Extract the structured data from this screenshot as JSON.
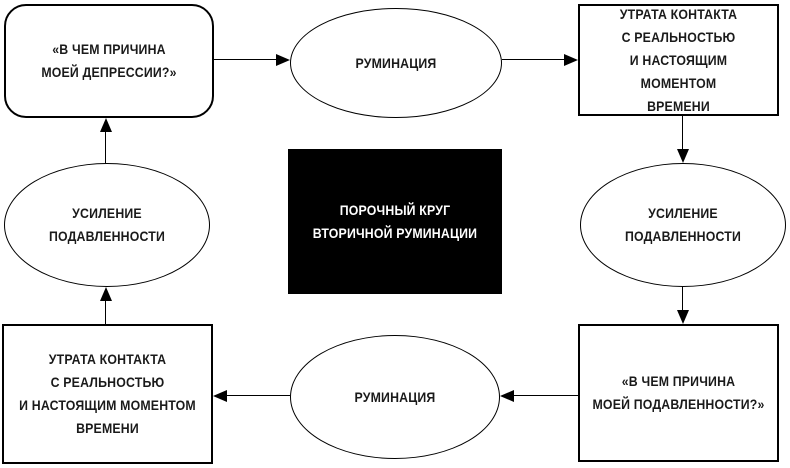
{
  "diagram": {
    "center": {
      "label": "ПОРОЧНЫЙ КРУГ\nВТОРИЧНОЙ РУМИНАЦИИ"
    },
    "nodes": {
      "depression_question": {
        "label": "«В ЧЕМ ПРИЧИНА\nМОЕЙ ДЕПРЕССИИ?»"
      },
      "rumination_top": {
        "label": "РУМИНАЦИЯ"
      },
      "loss_of_contact_top": {
        "label": "УТРАТА КОНТАКТА\nС РЕАЛЬНОСТЬЮ\nИ НАСТОЯЩИМ МОМЕНТОМ\nВРЕМЕНИ"
      },
      "mood_worsening_right": {
        "label": "УСИЛЕНИЕ ПОДАВЛЕННОСТИ"
      },
      "low_mood_question": {
        "label": "«В ЧЕМ ПРИЧИНА\nМОЕЙ ПОДАВЛЕННОСТИ?»"
      },
      "rumination_bottom": {
        "label": "РУМИНАЦИЯ"
      },
      "loss_of_contact_bottom": {
        "label": "УТРАТА КОНТАКТА\nС РЕАЛЬНОСТЬЮ\nИ НАСТОЯЩИМ МОМЕНТОМ\nВРЕМЕНИ"
      },
      "mood_worsening_left": {
        "label": "УСИЛЕНИЕ ПОДАВЛЕННОСТИ"
      }
    },
    "colors": {
      "background": "#ffffff",
      "stroke": "#000000",
      "text": "#1a1a1a",
      "center_fill": "#000000",
      "center_text": "#ffffff"
    }
  }
}
